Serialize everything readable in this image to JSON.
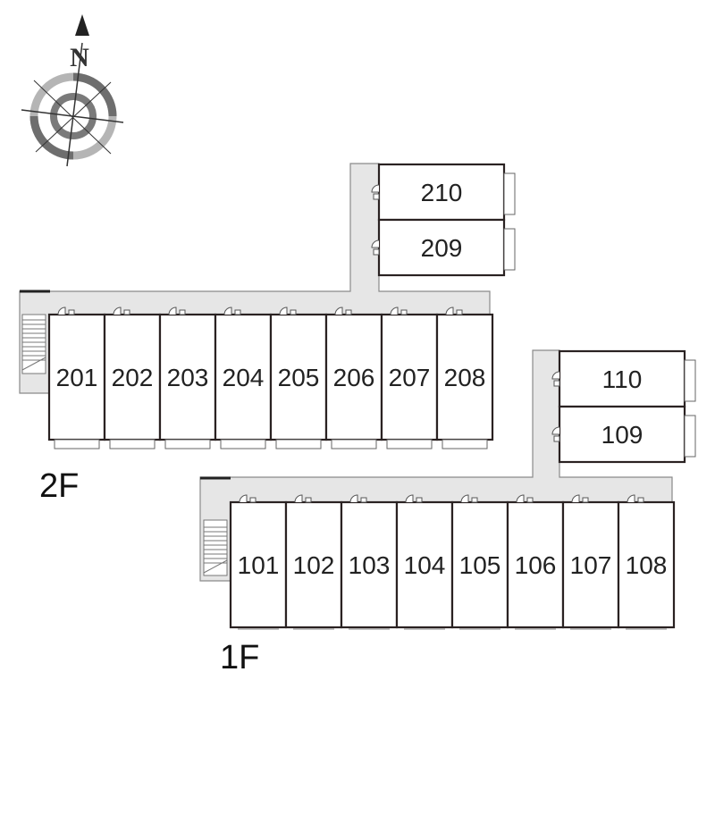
{
  "compass": {
    "north_label": "N"
  },
  "floors": {
    "second": {
      "label": "2F",
      "row_units": [
        "201",
        "202",
        "203",
        "204",
        "205",
        "206",
        "207",
        "208"
      ],
      "wing_units": [
        "210",
        "209"
      ]
    },
    "first": {
      "label": "1F",
      "row_units": [
        "101",
        "102",
        "103",
        "104",
        "105",
        "106",
        "107",
        "108"
      ],
      "wing_units": [
        "110",
        "109"
      ]
    }
  },
  "colors": {
    "wall": "#2a2222",
    "walkway": "#e6e6e6",
    "walkway_edge": "#8a8a8a",
    "compass_ring": "#9a9a9a"
  }
}
